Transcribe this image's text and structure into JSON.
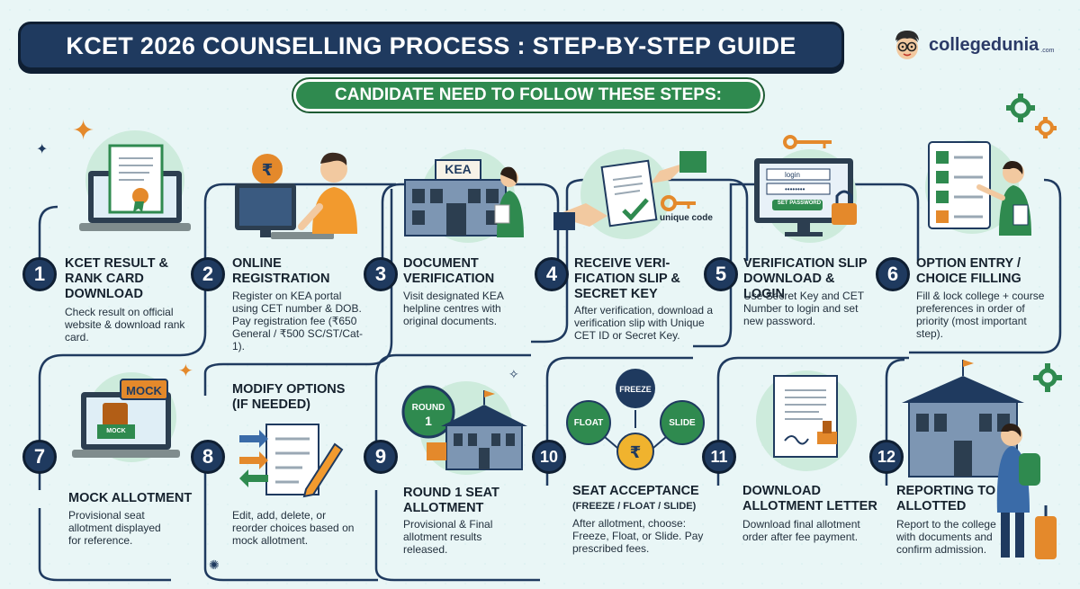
{
  "header": {
    "title": "KCET 2026 COUNSELLING PROCESS : STEP-BY-STEP GUIDE",
    "subtitle": "CANDIDATE NEED TO FOLLOW THESE STEPS:"
  },
  "brand": {
    "logo_text": "collegedunia",
    "logo_suffix": ".com"
  },
  "colors": {
    "navy": "#1f3a5f",
    "green": "#2f8a4f",
    "orange": "#e4892b",
    "mint": "#cdebdc"
  },
  "steps": [
    {
      "number": "1",
      "title": "KCET RESULT & RANK CARD DOWNLOAD",
      "description": "Check result on official website & download rank card.",
      "icon": "laptop-certificate-icon"
    },
    {
      "number": "2",
      "title": "ONLINE REGISTRATION",
      "description": "Register on KEA portal using CET number & DOB. Pay registration fee (₹650 General / ₹500 SC/ST/Cat-1).",
      "icon": "person-computer-icon"
    },
    {
      "number": "3",
      "title": "DOCUMENT VERIFICATION",
      "description": "Visit designated KEA helpline centres with original documents.",
      "icon": "kea-building-icon",
      "sign": "KEA"
    },
    {
      "number": "4",
      "title": "RECEIVE VERI-FICATION SLIP & SECRET KEY",
      "description": "After verification, download a verification slip with Unique CET ID or Secret Key.",
      "icon": "handover-slip-icon",
      "label": "unique code"
    },
    {
      "number": "5",
      "title": "VERIFICATION SLIP DOWNLOAD & LOGIN",
      "description": "Use Secret Key and CET Number to login and set new password.",
      "icon": "login-monitor-icon",
      "login_user": "login",
      "login_pass": "••••••••",
      "login_button": "SET PASSWORD"
    },
    {
      "number": "6",
      "title": "OPTION ENTRY / CHOICE FILLING",
      "description": "Fill & lock college + course preferences in order of priority (most important step).",
      "icon": "checklist-board-icon"
    },
    {
      "number": "7",
      "title": "MOCK ALLOTMENT",
      "description": "Provisional seat allotment displayed for reference.",
      "icon": "mock-laptop-icon",
      "badge": "MOCK",
      "seat_label": "MOCK"
    },
    {
      "number": "8",
      "title": "MODIFY OPTIONS (IF NEEDED)",
      "description": "Edit, add, delete, or reorder choices based on mock allotment.",
      "icon": "edit-list-icon"
    },
    {
      "number": "9",
      "title": "ROUND 1 SEAT ALLOTMENT",
      "description": "Provisional & Final allotment results released.",
      "icon": "round-badge-college-icon",
      "badge_line1": "ROUND",
      "badge_line2": "1"
    },
    {
      "number": "10",
      "title": "SEAT ACCEPTANCE",
      "subtitle": "(FREEZE / FLOAT / SLIDE)",
      "description": "After allotment, choose: Freeze, Float, or Slide. Pay prescribed fees.",
      "icon": "choice-options-icon",
      "opt_freeze": "FREEZE",
      "opt_float": "FLOAT",
      "opt_slide": "SLIDE"
    },
    {
      "number": "11",
      "title": "DOWNLOAD ALLOTMENT LETTER",
      "description": "Download final allotment order after fee payment.",
      "icon": "allotment-letter-icon"
    },
    {
      "number": "12",
      "title": "REPORTING TO ALLOTTED",
      "description": "Report to the college with documents and confirm admission.",
      "icon": "student-college-icon"
    }
  ]
}
